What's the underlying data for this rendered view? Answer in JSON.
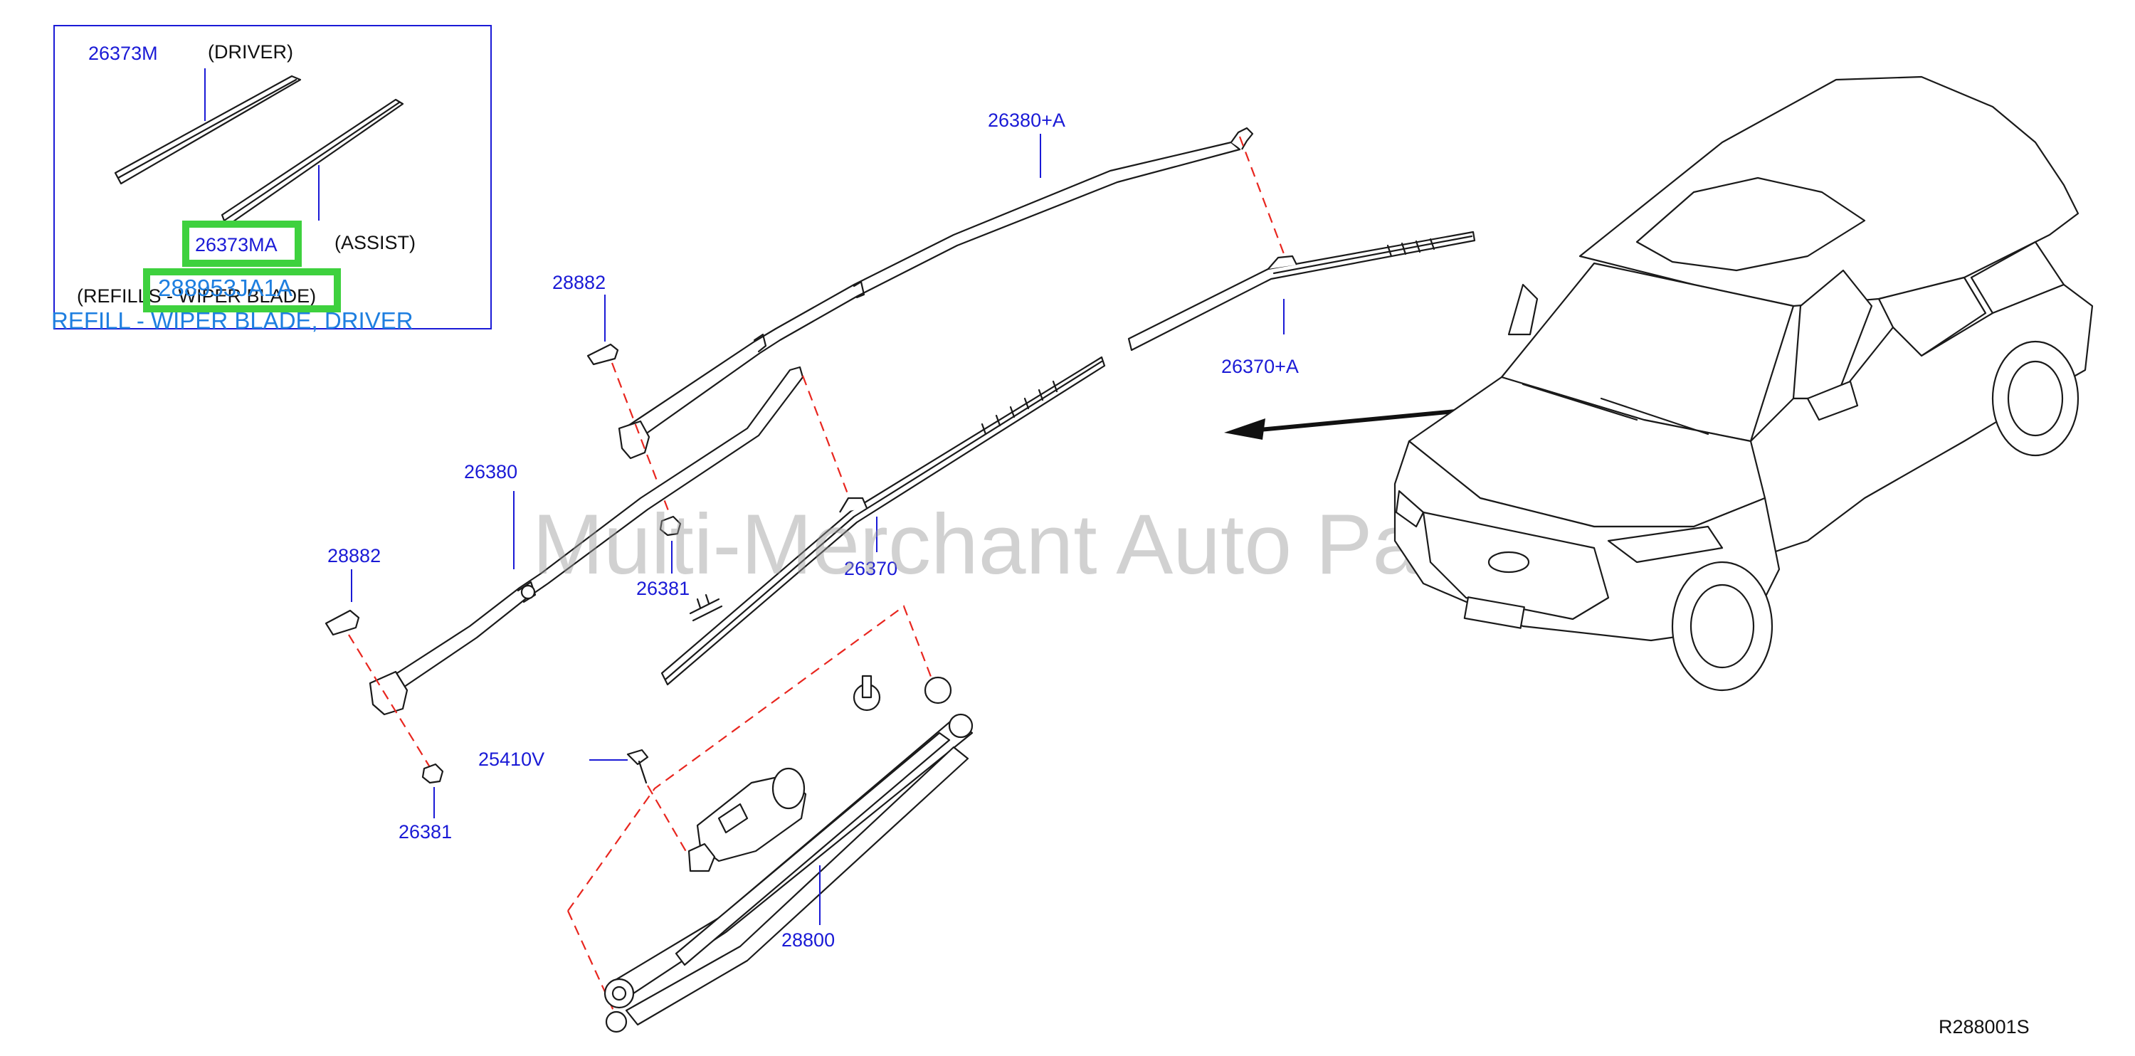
{
  "labels": {
    "refill_driver": "26373M",
    "driver_note": "(DRIVER)",
    "refill_assist": "26373MA",
    "assist_note": "(ASSIST)",
    "refills_note": "(REFILLS - WIPER BLADE)",
    "highlighted_part": "288953JA1A",
    "hover_description": "REFILL - WIPER BLADE, DRIVER",
    "arm_assist": "26380+A",
    "blade_assist": "26370+A",
    "cap_upper": "28882",
    "cap_lower": "28882",
    "arm_driver": "26380",
    "nut_upper": "26381",
    "nut_lower": "26381",
    "blade_driver": "26370",
    "screw": "25410V",
    "linkage": "28800",
    "diagram_code": "R288001S"
  },
  "watermark": "Multi-Merchant Auto Partstore",
  "colors": {
    "label": "#1a1ad6",
    "highlight": "#3ed13e",
    "hover_text": "#1e7fe0",
    "dashed_leader": "#e8261f"
  }
}
